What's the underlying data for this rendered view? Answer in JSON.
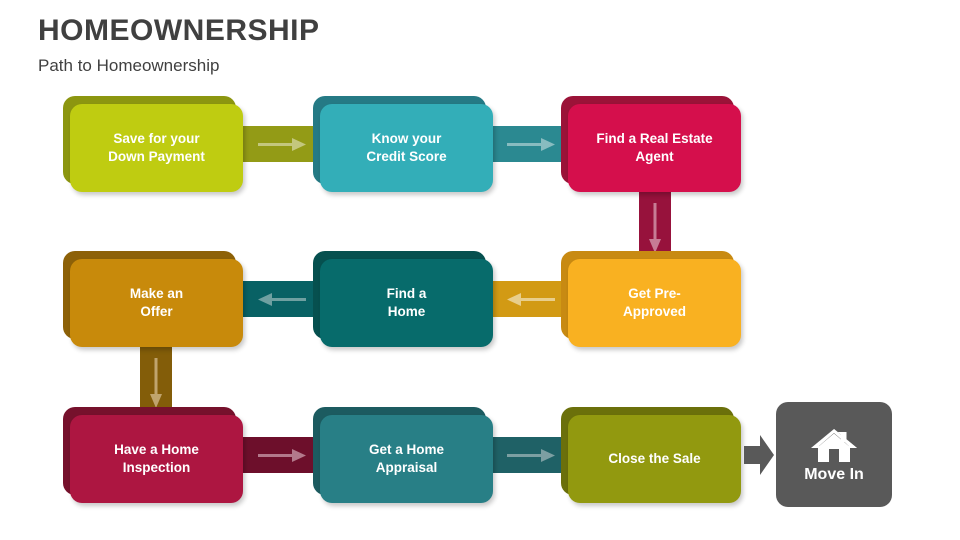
{
  "header": {
    "title": "HOMEOWNERSHIP",
    "subtitle": "Path to Homeownership",
    "title_color": "#404040"
  },
  "diagram": {
    "type": "process-flow",
    "step_count": 9,
    "nodes": [
      {
        "id": "save-down-payment",
        "order": 1,
        "label": "Save for your\nDown Payment",
        "color": "#BFCC11",
        "shadow_color": "#8C9610",
        "row": 1,
        "col": 1
      },
      {
        "id": "know-credit-score",
        "order": 2,
        "label": "Know your\nCredit Score",
        "color": "#33AEB8",
        "shadow_color": "#257A85",
        "row": 1,
        "col": 2
      },
      {
        "id": "find-real-estate-agent",
        "order": 3,
        "label": "Find a Real Estate\nAgent",
        "color": "#D50F4C",
        "shadow_color": "#9B1338",
        "row": 1,
        "col": 3
      },
      {
        "id": "get-pre-approved",
        "order": 4,
        "label": "Get Pre-\nApproved",
        "color": "#F9B121",
        "shadow_color": "#C88A12",
        "row": 2,
        "col": 3
      },
      {
        "id": "find-a-home",
        "order": 5,
        "label": "Find a\nHome",
        "color": "#076B6B",
        "shadow_color": "#06504F",
        "row": 2,
        "col": 2
      },
      {
        "id": "make-an-offer",
        "order": 6,
        "label": "Make an\nOffer",
        "color": "#C88A0B",
        "shadow_color": "#8D6108",
        "row": 2,
        "col": 1
      },
      {
        "id": "have-home-inspection",
        "order": 7,
        "label": "Have a Home\nInspection",
        "color": "#AD1641",
        "shadow_color": "#76112C",
        "row": 3,
        "col": 1
      },
      {
        "id": "get-home-appraisal",
        "order": 8,
        "label": "Get a Home\nAppraisal",
        "color": "#287F86",
        "shadow_color": "#1C5B60",
        "row": 3,
        "col": 2
      },
      {
        "id": "close-the-sale",
        "order": 9,
        "label": "Close the Sale",
        "color": "#92990F",
        "shadow_color": "#6B700B",
        "row": 3,
        "col": 3
      }
    ],
    "connectors": [
      {
        "id": "conn-1-2",
        "from": "save-down-payment",
        "to": "know-credit-score",
        "direction": "right",
        "bar_color": "#939B16",
        "arrow_color": "#C3C77D"
      },
      {
        "id": "conn-2-3",
        "from": "know-credit-score",
        "to": "find-real-estate-agent",
        "direction": "right",
        "bar_color": "#2B8991",
        "arrow_color": "#88BCC0"
      },
      {
        "id": "conn-3-4",
        "from": "find-real-estate-agent",
        "to": "get-pre-approved",
        "direction": "down",
        "bar_color": "#97123C",
        "arrow_color": "#C77C95"
      },
      {
        "id": "conn-4-5",
        "from": "get-pre-approved",
        "to": "find-a-home",
        "direction": "left",
        "bar_color": "#D29A14",
        "arrow_color": "#E8CE8C"
      },
      {
        "id": "conn-5-6",
        "from": "find-a-home",
        "to": "make-an-offer",
        "direction": "left",
        "bar_color": "#086164",
        "arrow_color": "#6FA0A1"
      },
      {
        "id": "conn-6-7",
        "from": "make-an-offer",
        "to": "have-home-inspection",
        "direction": "down",
        "bar_color": "#835D09",
        "arrow_color": "#C0A46D"
      },
      {
        "id": "conn-7-8",
        "from": "have-home-inspection",
        "to": "get-home-appraisal",
        "direction": "right",
        "bar_color": "#6D0F2B",
        "arrow_color": "#B3798B"
      },
      {
        "id": "conn-8-9",
        "from": "get-home-appraisal",
        "to": "close-the-sale",
        "direction": "right",
        "bar_color": "#1F6166",
        "arrow_color": "#7C9FA2"
      },
      {
        "id": "conn-9-movein",
        "from": "close-the-sale",
        "to": "move-in",
        "direction": "right",
        "bar_color": "#595959",
        "arrow_color": "#595959"
      }
    ],
    "terminal": {
      "id": "move-in",
      "label": "Move In",
      "icon": "house-icon",
      "color": "#595959",
      "text_color": "#FFFFFF"
    }
  }
}
